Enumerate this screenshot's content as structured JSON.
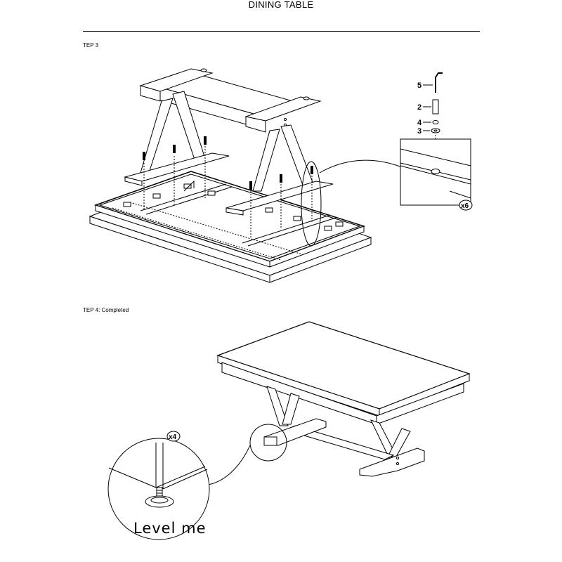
{
  "document": {
    "title": "DINING TABLE"
  },
  "step3": {
    "label": "TEP 3",
    "parts": [
      {
        "number": "5",
        "icon": "allen-key-icon"
      },
      {
        "number": "2",
        "icon": "bolt-icon"
      },
      {
        "number": "4",
        "icon": "lock-washer-icon"
      },
      {
        "number": "3",
        "icon": "flat-washer-icon"
      }
    ],
    "detail_quantity": "x6"
  },
  "step4": {
    "label": "TEP 4: Completed",
    "detail_quantity": "x4",
    "detail_caption": "Level me"
  }
}
